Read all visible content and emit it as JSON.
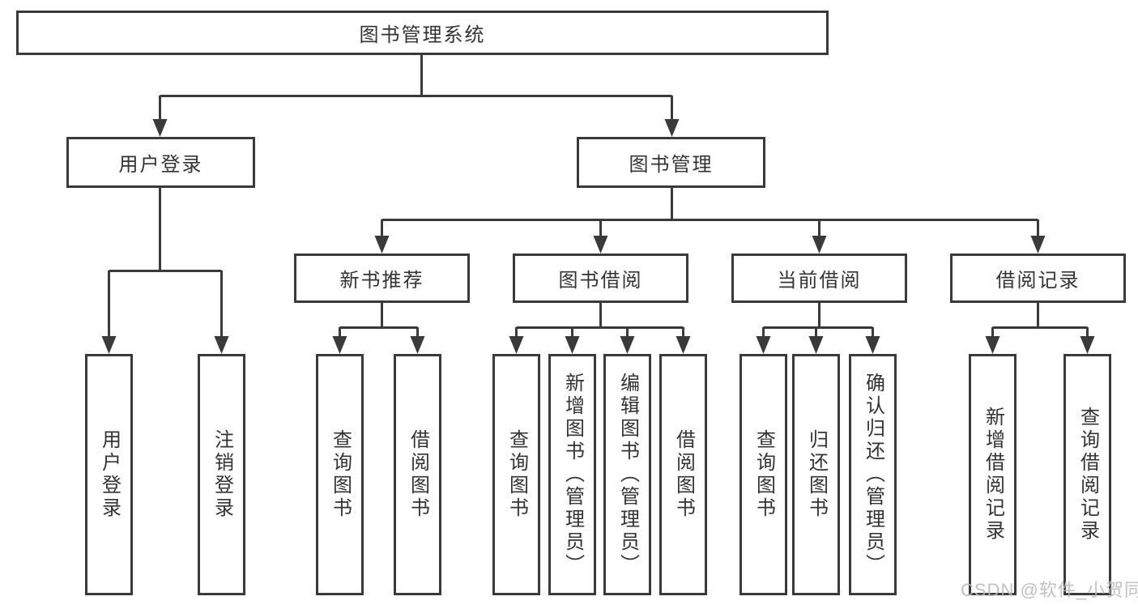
{
  "diagram": {
    "type": "tree",
    "watermark": "CSDN @软件_小贺同学",
    "colors": {
      "line": "#3a3a3a",
      "text": "#333333",
      "watermark": "#b9b9b9",
      "background": "#ffffff"
    },
    "root": {
      "label": "图书管理系统",
      "children": [
        {
          "label": "用户登录",
          "children": [
            {
              "label": "用户登录"
            },
            {
              "label": "注销登录"
            }
          ]
        },
        {
          "label": "图书管理",
          "children": [
            {
              "label": "新书推荐",
              "children": [
                {
                  "label": "查询图书"
                },
                {
                  "label": "借阅图书"
                }
              ]
            },
            {
              "label": "图书借阅",
              "children": [
                {
                  "label": "查询图书"
                },
                {
                  "label": "新增图书（管理员）"
                },
                {
                  "label": "编辑图书（管理员）"
                },
                {
                  "label": "借阅图书"
                }
              ]
            },
            {
              "label": "当前借阅",
              "children": [
                {
                  "label": "查询图书"
                },
                {
                  "label": "归还图书"
                },
                {
                  "label": "确认归还（管理员）"
                }
              ]
            },
            {
              "label": "借阅记录",
              "children": [
                {
                  "label": "新增借阅记录"
                },
                {
                  "label": "查询借阅记录"
                }
              ]
            }
          ]
        }
      ]
    }
  }
}
